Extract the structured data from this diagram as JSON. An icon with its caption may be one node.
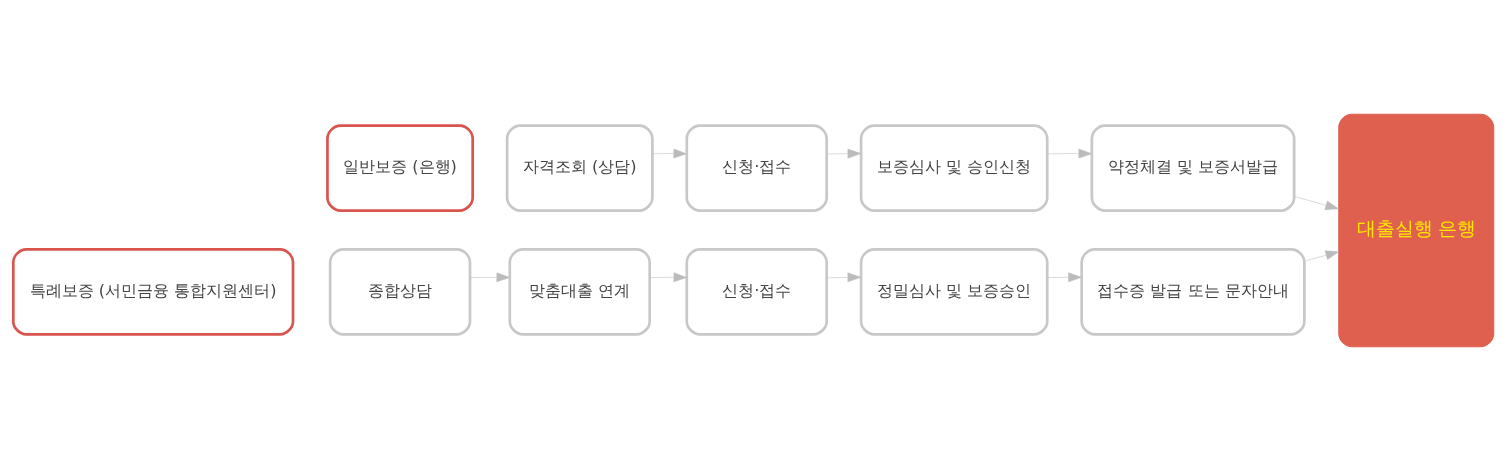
{
  "diagram": {
    "nodes": [
      {
        "text": [
          "일반보증 (은행)"
        ]
      },
      {
        "text": [
          "자격조회 (상담)"
        ]
      },
      {
        "text": [
          "신청·접수"
        ]
      },
      {
        "text": [
          "보증심사 및 승인신청"
        ]
      },
      {
        "text": [
          "약정체결 및 보증서발급"
        ]
      },
      {
        "text": [
          "대출실행 은행"
        ]
      },
      {
        "text": [
          "특례보증 (서민금융 통합지원센터)"
        ]
      },
      {
        "text": [
          "종합상담"
        ]
      },
      {
        "text": [
          "맞춤대출 연계"
        ]
      },
      {
        "text": [
          "신청·접수"
        ]
      },
      {
        "text": [
          "정밀심사 및 보증승인"
        ]
      },
      {
        "text": [
          "접수증 발급 또는 문자안내"
        ]
      }
    ],
    "edges": [
      {
        "from": 1,
        "to": 2,
        "arrow": "to"
      },
      {
        "from": 2,
        "to": 3,
        "arrow": "to"
      },
      {
        "from": 3,
        "to": 4,
        "arrow": "to"
      },
      {
        "from": 4,
        "to": 5,
        "arrow": "to"
      },
      {
        "from": 7,
        "to": 8,
        "arrow": "to"
      },
      {
        "from": 8,
        "to": 9,
        "arrow": "to"
      },
      {
        "from": 9,
        "to": 10,
        "arrow": "to"
      },
      {
        "from": 10,
        "to": 11,
        "arrow": "to"
      },
      {
        "from": 11,
        "to": 5,
        "arrow": "to"
      }
    ]
  }
}
